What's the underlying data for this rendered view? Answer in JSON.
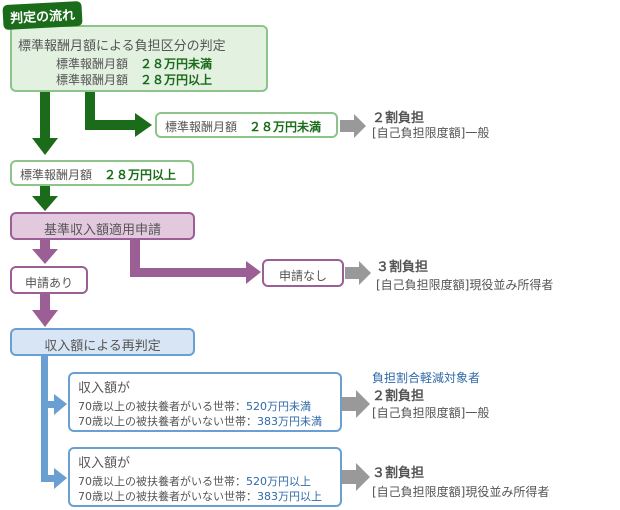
{
  "tag": "判定の流れ",
  "step1": {
    "title": "標準報酬月額による負担区分の判定",
    "lines": [
      {
        "label": "標準報酬月額",
        "value": "２８万円未満"
      },
      {
        "label": "標準報酬月額",
        "value": "２８万円以上"
      }
    ]
  },
  "under28": {
    "label": "標準報酬月額",
    "value": "２８万円未満"
  },
  "over28": {
    "label": "標準報酬月額",
    "value": "２８万円以上"
  },
  "result_general": {
    "ratio": "２割負担",
    "limit": "[自己負担限度額]一般"
  },
  "application": "基準収入額適用申請",
  "applied": "申請あり",
  "not_applied": "申請なし",
  "result_active_1": {
    "ratio": "３割負担",
    "limit": "[自己負担限度額]現役並み所得者"
  },
  "rejudge": "収入額による再判定",
  "income_low": {
    "heading": "収入額が",
    "lines": [
      {
        "label": "70歳以上の被扶養者がいる世帯：",
        "value": "520万円未満"
      },
      {
        "label": "70歳以上の被扶養者がいない世帯：",
        "value": "383万円未満"
      }
    ]
  },
  "income_high": {
    "heading": "収入額が",
    "lines": [
      {
        "label": "70歳以上の被扶養者がいる世帯：",
        "value": "520万円以上"
      },
      {
        "label": "70歳以上の被扶養者がいない世帯：",
        "value": "383万円以上"
      }
    ]
  },
  "result_reduced": {
    "note": "負担割合軽減対象者",
    "ratio": "２割負担",
    "limit": "[自己負担限度額]一般"
  },
  "result_active_2": {
    "ratio": "３割負担",
    "limit": "[自己負担限度額]現役並み所得者"
  },
  "colors": {
    "green": "#1a6b1a",
    "purple": "#9b5f96",
    "blue": "#6a9fd3",
    "gray": "#999999"
  }
}
